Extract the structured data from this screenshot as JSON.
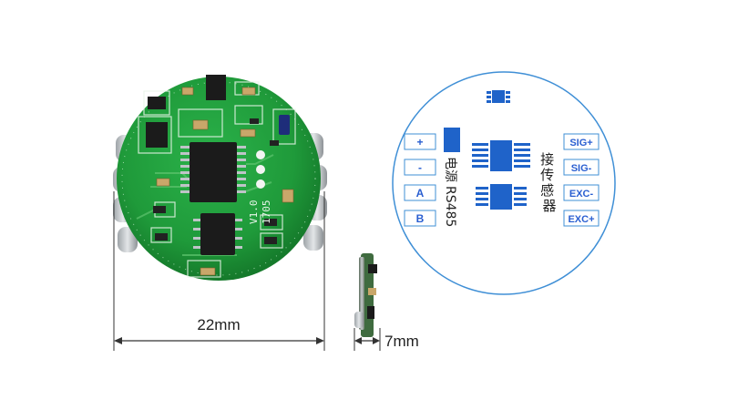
{
  "dimensions": {
    "diameter": "22mm",
    "thickness": "7mm"
  },
  "diagram": {
    "power_pins": [
      "+",
      "-"
    ],
    "rs485_pins": [
      "A",
      "B"
    ],
    "power_label": "电源",
    "rs485_label": "RS485",
    "sensor_label": "接传感器",
    "sensor_pins": [
      "SIG+",
      "SIG-",
      "EXC-",
      "EXC+"
    ]
  },
  "pcb": {
    "version_text": "V1.0",
    "date_text": "1705"
  },
  "colors": {
    "pcb_green": "#1f9a3a",
    "chip_blue": "#1f63c9",
    "pin_text_blue": "#2a5fd1",
    "circle_border": "#3f8fd6"
  }
}
